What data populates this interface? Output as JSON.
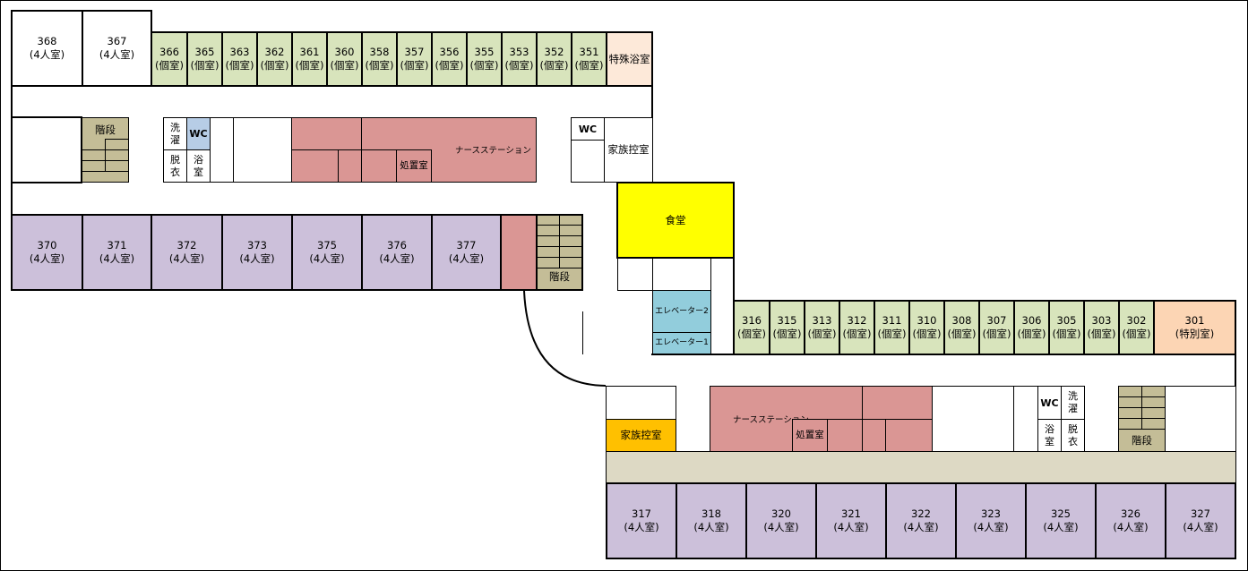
{
  "room_suffix": {
    "quad": "(4人室)",
    "single": "(個室)",
    "special": "(特別室)"
  },
  "upper_row_north": {
    "quad_rooms": [
      "368",
      "367"
    ],
    "single_rooms": [
      "366",
      "365",
      "363",
      "362",
      "361",
      "360",
      "358",
      "357",
      "356",
      "355",
      "353",
      "352",
      "351"
    ],
    "special_bath": "特殊浴室"
  },
  "upper_service": {
    "stairs": "階段",
    "laundry": "洗濯",
    "wc": "WC",
    "dressing": "脱衣",
    "bath": "浴室",
    "nurse_station": "ナースステーション",
    "treatment": "処置室",
    "wc_east": "WC",
    "family_room": "家族控室"
  },
  "upper_row_south": {
    "quad_rooms": [
      "370",
      "371",
      "372",
      "373",
      "375",
      "376",
      "377"
    ],
    "stairs": "階段"
  },
  "center": {
    "dining": "食堂",
    "elevator_2": "エレベーター2",
    "elevator_1": "エレベーター1"
  },
  "lower_row_north": {
    "single_rooms": [
      "316",
      "315",
      "313",
      "312",
      "311",
      "310",
      "308",
      "307",
      "306",
      "305",
      "303",
      "302"
    ],
    "special_room": "301"
  },
  "lower_service": {
    "family_room": "家族控室",
    "nurse_station": "ナースステーション",
    "treatment": "処置室",
    "wc": "WC",
    "laundry": "洗濯",
    "bath": "浴室",
    "dressing": "脱衣",
    "stairs": "階段"
  },
  "lower_row_south": {
    "quad_rooms": [
      "317",
      "318",
      "320",
      "321",
      "322",
      "323",
      "325",
      "326",
      "327"
    ]
  },
  "colors": {
    "single_room": "#d8e4bc",
    "quad_room": "#ccc0da",
    "nurse_station": "#da9694",
    "dining": "#ffff00",
    "elevator": "#92cddc",
    "family_room_lower": "#ffc000",
    "special_room": "#fcd5b4",
    "special_bath": "#fde9d9",
    "stairs": "#c4bd97",
    "corridor": "#ddd9c4",
    "wc": "#b7cde6"
  }
}
